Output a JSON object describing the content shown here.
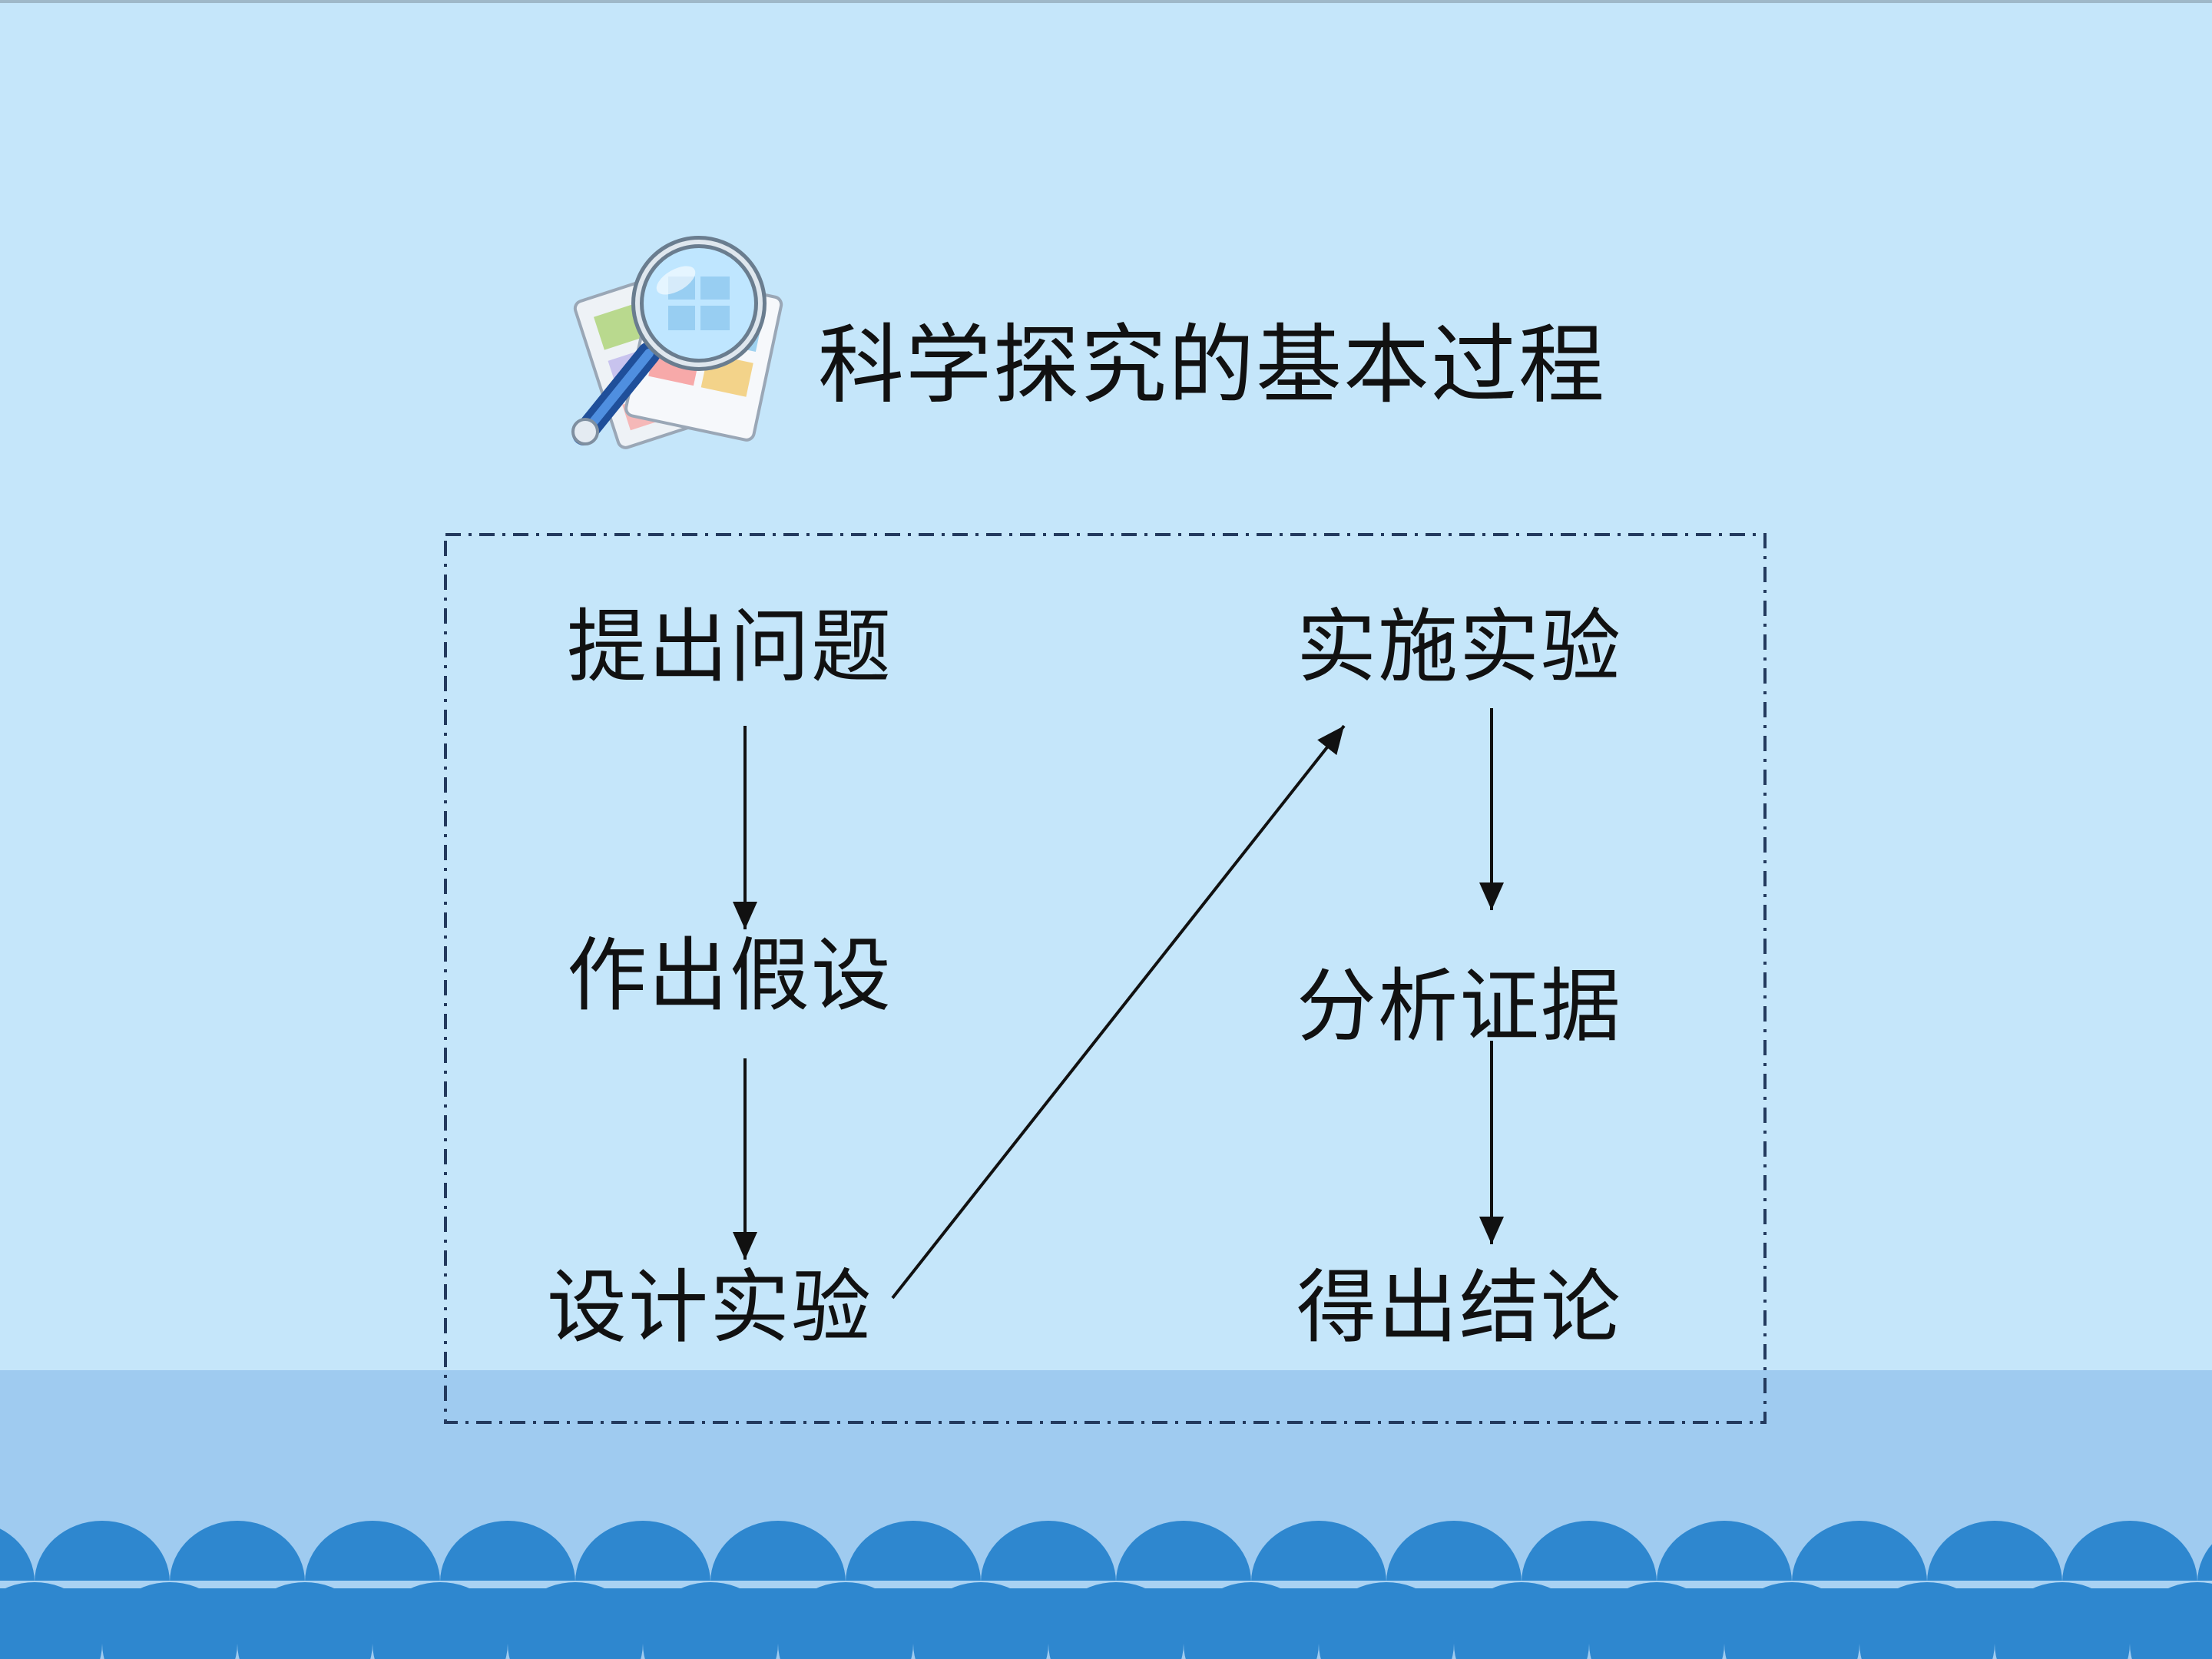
{
  "title": "科学探究的基本过程",
  "icon": "magnifier-on-photos-icon",
  "steps": {
    "ask_question": "提出问题",
    "make_hypothesis": "作出假设",
    "design_experiment": "设计实验",
    "conduct_experiment": "实施实验",
    "analyze_evidence": "分析证据",
    "draw_conclusion": "得出结论"
  },
  "colors": {
    "background": "#c5e6fa",
    "bottom_band": "#9fcbf0",
    "waves": "#2e87cf",
    "frame": "#233a5e",
    "text": "#111111"
  }
}
